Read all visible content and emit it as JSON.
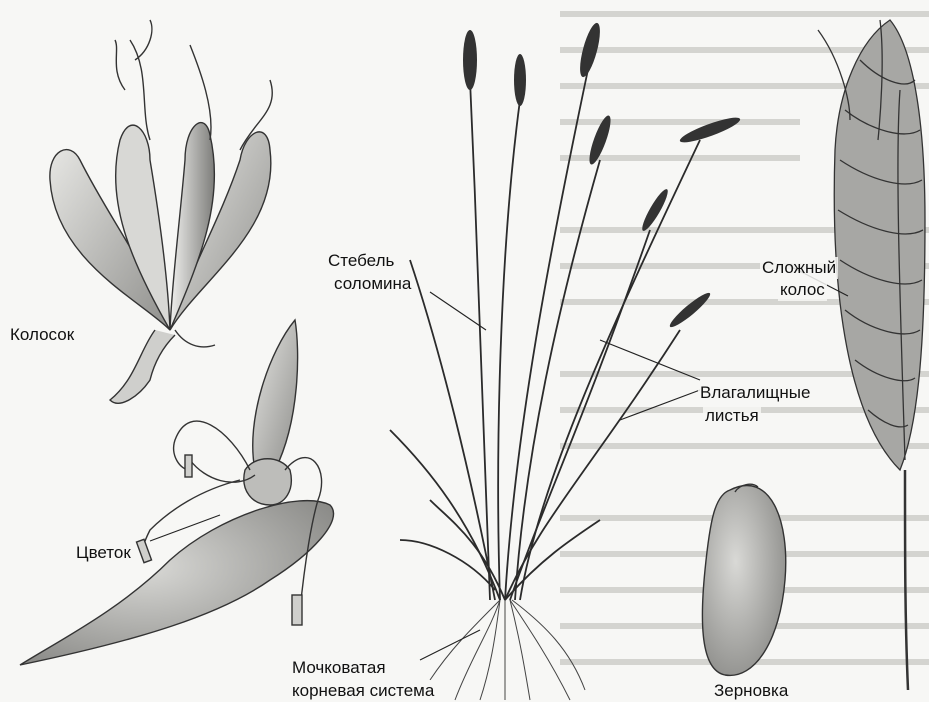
{
  "labels": {
    "spikelet": "Колосок",
    "flower": "Цветок",
    "stem": [
      "Стебель",
      "соломина"
    ],
    "compound_spike": [
      "Сложный",
      "колос"
    ],
    "sheath_leaves": [
      "Влагалищные",
      "листья"
    ],
    "fibrous_roots": [
      "Мочковатая",
      "корневая система"
    ],
    "caryopsis": "Зерновка"
  }
}
